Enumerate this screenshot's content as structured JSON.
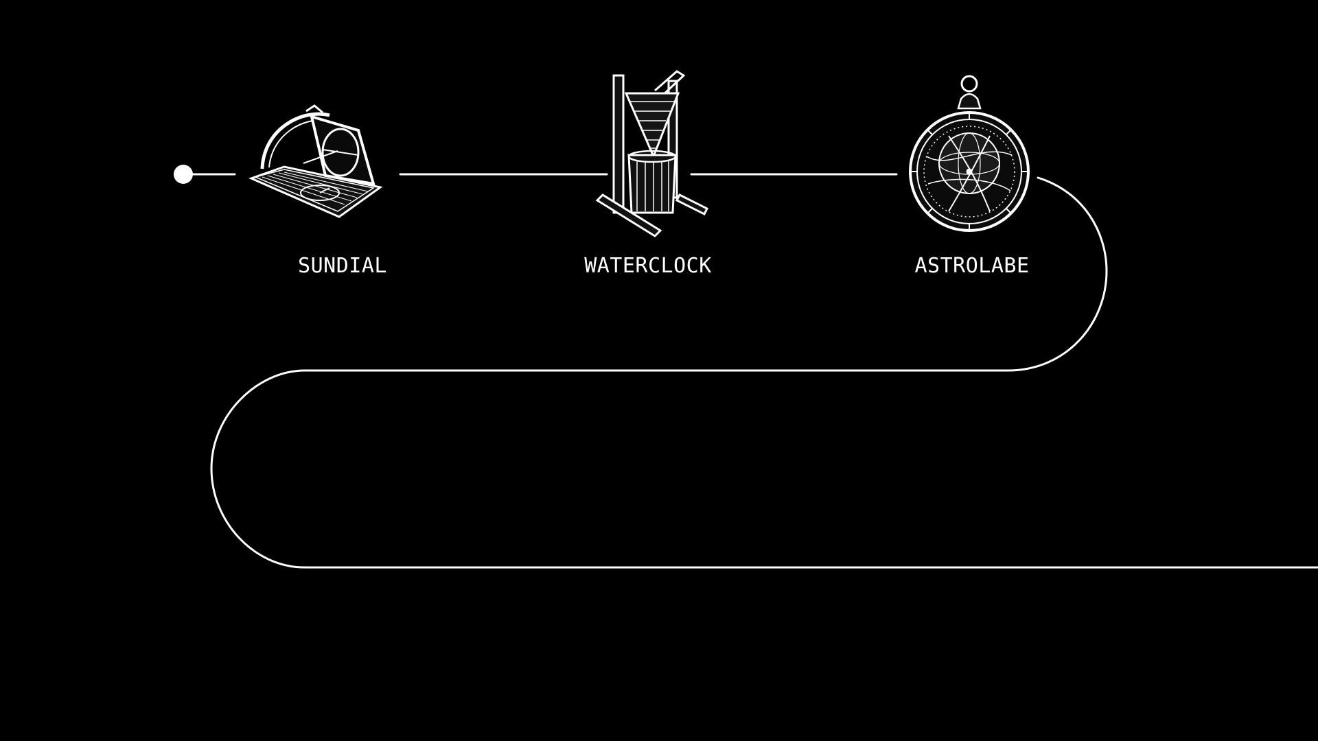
{
  "timeline": {
    "stages": [
      {
        "id": "sundial",
        "label": "SUNDIAL",
        "icon": "sundial-icon"
      },
      {
        "id": "waterclock",
        "label": "WATERCLOCK",
        "icon": "waterclock-icon"
      },
      {
        "id": "astrolabe",
        "label": "ASTROLABE",
        "icon": "astrolabe-icon"
      }
    ]
  },
  "colors": {
    "background": "#000000",
    "line": "#ffffff",
    "text": "#ffffff"
  }
}
